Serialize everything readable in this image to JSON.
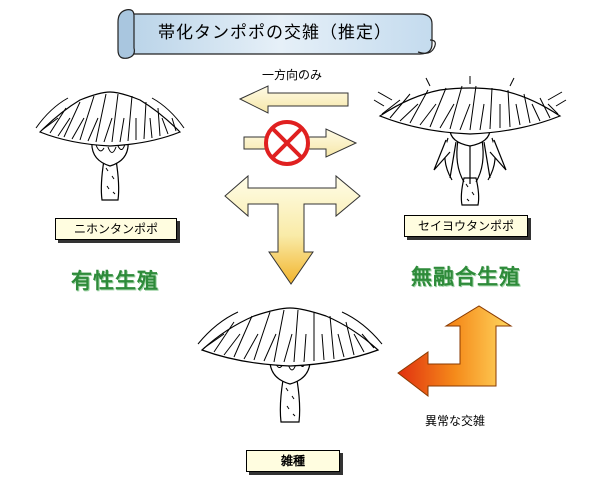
{
  "title": "帯化タンポポの交雑（推定）",
  "one_way_label": "一方向のみ",
  "left_plant_label": "ニホンタンポポ",
  "right_plant_label": "セイヨウタンポポ",
  "left_reproduction": "有性生殖",
  "right_reproduction": "無融合生殖",
  "hybrid_label": "雑種",
  "abnormal_cross_label": "異常な交雑",
  "colors": {
    "reproduction_text": "#2e8b3a",
    "arrow_pale": "#fff6c8",
    "arrow_orange": "#f08a1a",
    "prohibited": "#e02020",
    "label_fill": "#fffde0"
  },
  "icons": [
    "dandelion-flower-icon",
    "prohibited-icon",
    "scroll-banner-icon"
  ]
}
